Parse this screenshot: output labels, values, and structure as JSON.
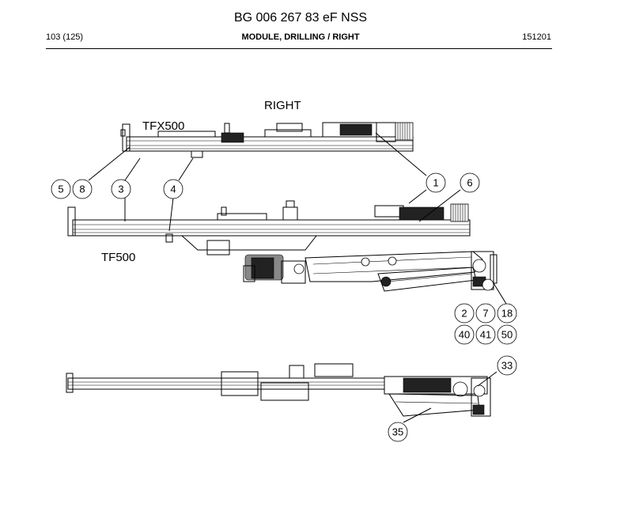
{
  "header": {
    "document_id": "BG 006 267 83 eF NSS",
    "page": "103 (125)",
    "section": "MODULE, DRILLING / RIGHT",
    "code": "151201"
  },
  "drawing": {
    "view_label": "RIGHT",
    "labels": [
      "TFX500",
      "TF500"
    ],
    "callouts": [
      "1",
      "6",
      "5",
      "8",
      "3",
      "4",
      "2",
      "7",
      "18",
      "40",
      "41",
      "50",
      "33",
      "35"
    ]
  }
}
